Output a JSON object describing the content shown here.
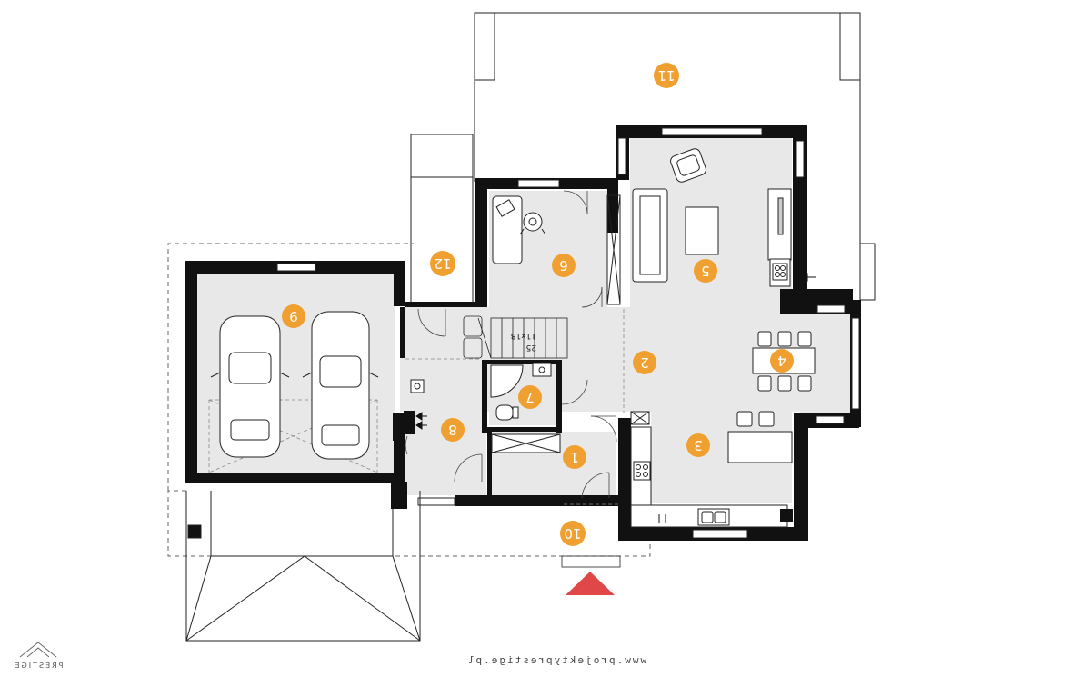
{
  "plan": {
    "room_numbers": [
      "1",
      "2",
      "3",
      "4",
      "5",
      "6",
      "7",
      "8",
      "9",
      "10",
      "11",
      "12"
    ],
    "stairs_label_line1": "11x18",
    "stairs_label_line2": "25",
    "website": "www.projektyprestige.pl",
    "brand": "PRESTIGE",
    "colors": {
      "marker": "#f0a030",
      "floor": "#e8e8e8",
      "wall": "#111111",
      "entrance_arrow": "#e04848"
    },
    "icons": [
      "entrance-arrow-icon",
      "car-icon",
      "armchair-icon",
      "office-chair-icon",
      "stove-icon",
      "sink-icon",
      "toilet-icon",
      "shower-icon",
      "brand-logo-icon"
    ]
  }
}
